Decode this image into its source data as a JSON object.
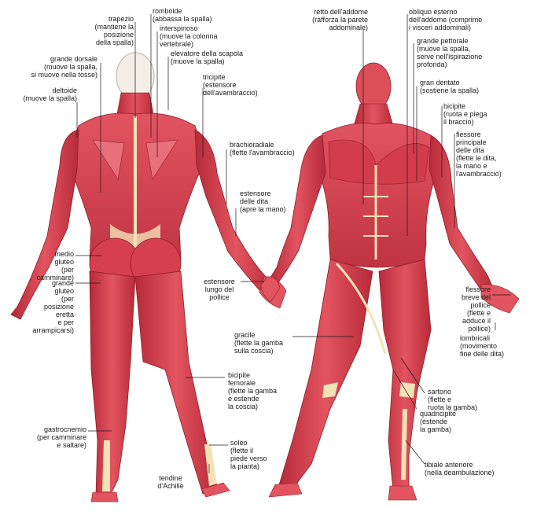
{
  "colors": {
    "muscle": "#d9404f",
    "muscle_dark": "#a3202e",
    "muscle_light": "#ee8a8f",
    "tendon": "#f2e2b8",
    "leader": "#1a1a1a"
  },
  "labels": {
    "trapezio": [
      "trapezio",
      "(mantiene la",
      "posizione",
      "della spalla)"
    ],
    "romboide": [
      "romboide",
      "(abbassa la spalla)"
    ],
    "interspinoso": [
      "interspinoso",
      "(muove la colonna",
      "vertebrale)"
    ],
    "elevatore": [
      "elevatore della scapola",
      "(muove la spalla)"
    ],
    "grande_dorsale": [
      "grande dorsale",
      "(muove la spalla,",
      "si muove nella tosse)"
    ],
    "tricipite": [
      "tricipite",
      "(estensore",
      "dell'avambraccio)"
    ],
    "deltoide": [
      "deltoide",
      "(muove la spalla)"
    ],
    "brachioradiale": [
      "brachioradiale",
      "(flette l'avambraccio)"
    ],
    "estensore_dita": [
      "estensore",
      "delle dita",
      "(apre la mano)"
    ],
    "medio_gluteo": [
      "medio",
      "gluteo",
      "(per",
      "camminare)"
    ],
    "grande_gluteo": [
      "grande",
      "gluteo",
      "(per",
      "posizione",
      "eretta",
      "e per",
      "arrampicarsi)"
    ],
    "estensore_pollice": [
      "estensore",
      "lungo del",
      "pollice"
    ],
    "bicipite_femorale": [
      "bicipite",
      "femorale",
      "(flette la gamba",
      "e estende",
      "la coscia)"
    ],
    "gastrocnemio": [
      "gastrocnemio",
      "(per camminare",
      "e saltare)"
    ],
    "soleo": [
      "soleo",
      "(flette il",
      "piede verso",
      "la pianta)"
    ],
    "tendine_achille": [
      "tendine",
      "d'Achille"
    ],
    "retto_addome": [
      "retto dell'addome",
      "(rafforza la parete",
      "addominale)"
    ],
    "obliquo": [
      "obliquo esterno",
      "dell'addome (comprime",
      "i visceri addominali)"
    ],
    "grande_pettorale": [
      "grande pettorale",
      "(muove la spalla,",
      "serve nell'ispirazione",
      "profonda)"
    ],
    "gran_dentato": [
      "gran dentato",
      "(sostiene la spalla)"
    ],
    "bicipite": [
      "bicipite",
      "(ruota e piega",
      "il braccio)"
    ],
    "flessore_principale": [
      "flessore",
      "principale",
      "delle dita",
      "(flette le dita,",
      "la mano e",
      "l'avambraccio)"
    ],
    "flessore_breve": [
      "flessore",
      "breve del",
      "pollice",
      "(flette e",
      "adduce il",
      "pollice)"
    ],
    "lombricali": [
      "lombricali",
      "(movimento",
      "fine delle dita)"
    ],
    "gracile": [
      "gracile",
      "(flette la gamba",
      "sulla coscia)"
    ],
    "sartorio": [
      "sartorio",
      "(flette e",
      "ruota la gamba)"
    ],
    "quadricipite": [
      "quadricipite",
      "(estende",
      "la gamba)"
    ],
    "tibiale_anteriore": [
      "tibiale anteriore",
      "(nella deambulazione)"
    ]
  }
}
